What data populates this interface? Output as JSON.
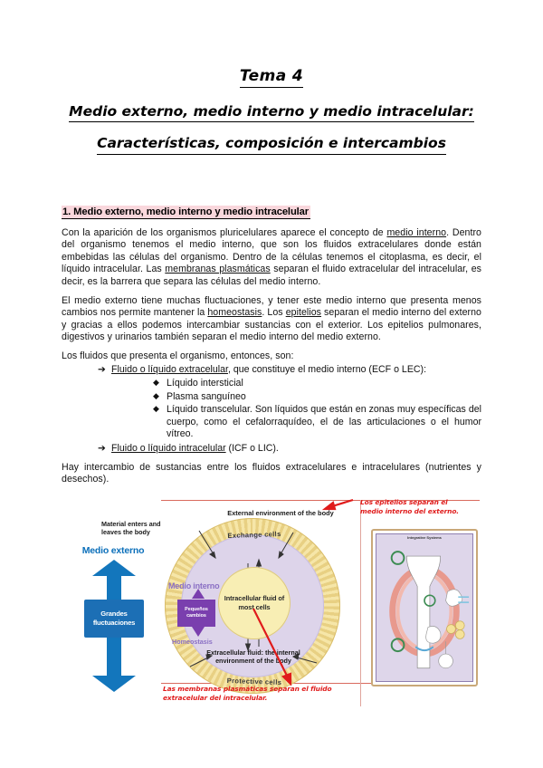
{
  "document": {
    "title_main": "Tema 4",
    "title_line1": "Medio externo, medio interno y medio intracelular:",
    "title_line2": "Características, composición e intercambios",
    "section_heading": "1. Medio externo, medio interno y medio intracelular",
    "paragraph_1_a": "Con la aparición de los organismos pluricelulares aparece el concepto de ",
    "paragraph_1_u1": "medio interno",
    "paragraph_1_b": ". Dentro del organismo tenemos el medio interno, que son los fluidos extracelulares donde están embebidas las células del organismo. Dentro de la células tenemos el citoplasma, es decir, el líquido intracelular. Las ",
    "paragraph_1_u2": "membranas plasmáticas",
    "paragraph_1_c": " separan el fluido extracelular del intracelular, es decir, es la barrera que separa las células del medio interno.",
    "paragraph_2_a": "El medio externo tiene muchas fluctuaciones, y tener este medio interno que presenta menos cambios nos permite mantener la ",
    "paragraph_2_u1": "homeostasis",
    "paragraph_2_b": ". Los ",
    "paragraph_2_u2": "epitelios",
    "paragraph_2_c": " separan el medio interno del externo y gracias a ellos podemos intercambiar sustancias con el exterior. Los epitelios pulmonares, digestivos y urinarios también separan el medio interno del medio externo.",
    "paragraph_3": "Los fluidos que presenta el organismo, entonces, son:",
    "paragraph_4": "Hay intercambio de sustancias entre los fluidos extracelulares e intracelulares (nutrientes y desechos)."
  },
  "list": {
    "arrow_marker": "➔",
    "diamond_marker": "◆",
    "items": [
      {
        "underlined": "Fluido o líquido extracelular",
        "rest": ", que constituye el medio interno (ECF o LEC):",
        "subitems": [
          "Líquido intersticial",
          "Plasma sanguíneo",
          "Líquido transcelular. Son líquidos que están en zonas muy específicas del cuerpo, como el cefalorraquídeo, el de las articulaciones o el humor vítreo."
        ]
      },
      {
        "underlined": "Fluido o líquido intracelular",
        "rest": " (ICF o LIC).",
        "subitems": []
      }
    ]
  },
  "figure": {
    "blue_label": "Medio externo",
    "blue_box_text": "Grandes fluctuaciones",
    "external_environment": "External environment of the body",
    "exchange_cells": "Exchange cells",
    "protective_cells": "Protective cells",
    "material_enters": "Material enters and leaves the body",
    "intracellular_fluid": "Intracellular fluid of most cells",
    "extracellular_fluid": "Extracellular fluid: the internal environment of the body",
    "medio_interno": "Medio interno",
    "homeostasis": "Homeostasis",
    "purple_box_text": "Pequeños cambios",
    "red_note_1": "Los epitelios separan el medio interno del externo.",
    "red_note_2": "Las membranas plasmáticas separan el fluido extracelular del intracelular.",
    "inset_title": "Integrative Systems"
  },
  "colors": {
    "heading_highlight": "#f9d7dc",
    "blue": "#1376bc",
    "purple": "#7a3fae",
    "lavender": "#ddd4ea",
    "cream": "#f8eeb4",
    "ring": "#f6e6a8",
    "red": "#e01b1b",
    "inset_border": "#c9a878"
  }
}
